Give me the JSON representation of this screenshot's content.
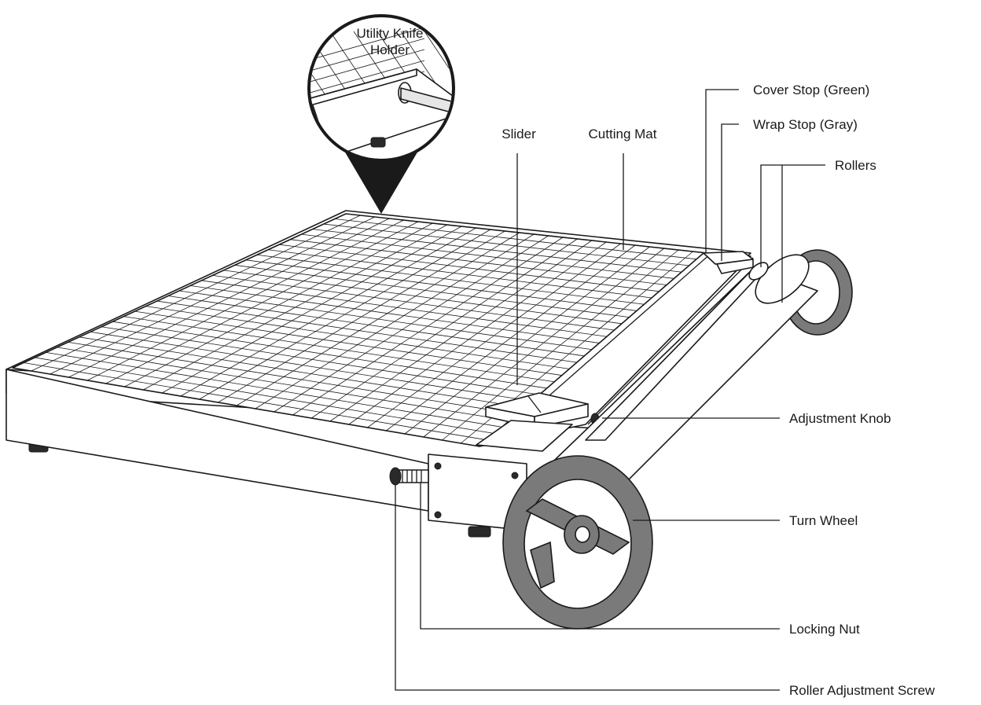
{
  "labels": {
    "utility_knife_holder_line1": "Utility Knife",
    "utility_knife_holder_line2": "Holder",
    "slider": "Slider",
    "cutting_mat": "Cutting Mat",
    "cover_stop": "Cover Stop (Green)",
    "wrap_stop": "Wrap Stop (Gray)",
    "rollers": "Rollers",
    "adjustment_knob": "Adjustment Knob",
    "turn_wheel": "Turn Wheel",
    "locking_nut": "Locking Nut",
    "roller_adjustment_screw": "Roller Adjustment Screw"
  },
  "colors": {
    "outline": "#1a1a1a",
    "wheel_tire": "#7a7a7a",
    "background": "#ffffff"
  }
}
